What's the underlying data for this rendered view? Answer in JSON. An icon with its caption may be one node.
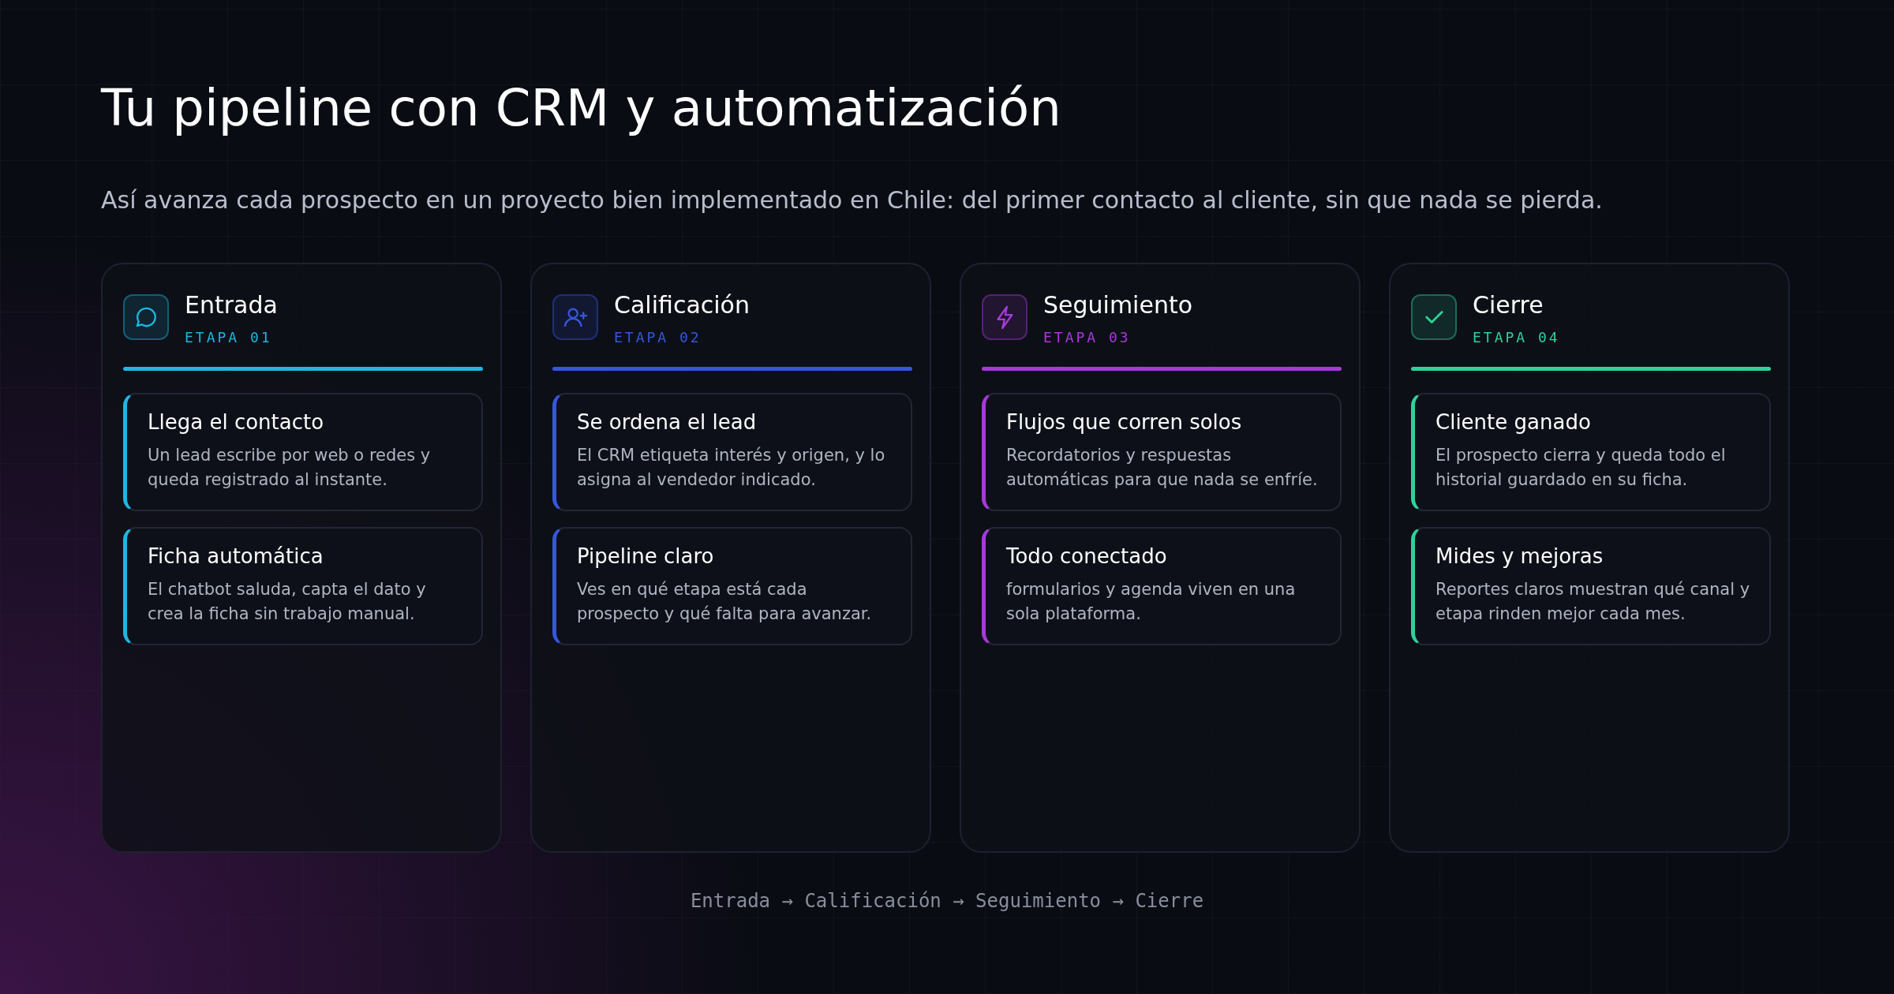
{
  "diagram": {
    "title": "Tu pipeline con CRM y automatización",
    "caption": "Así avanza cada prospecto en un proyecto bien implementado en Chile: del primer contacto al cliente, sin que nada se pierda.",
    "nodes": [
      {
        "text": [
          "Entrada",
          "ETAPA 01"
        ]
      },
      {
        "text": [
          "Llega el contacto",
          "Un lead escribe por web o redes y queda registrado al instante."
        ],
        "in": 0
      },
      {
        "text": [
          "Ficha automática",
          "El chatbot saluda, capta el dato y crea la ficha sin trabajo manual."
        ],
        "in": 0
      },
      {
        "text": [
          "Calificación",
          "ETAPA 02"
        ]
      },
      {
        "text": [
          "Se ordena el lead",
          "El CRM etiqueta interés y origen, y lo asigna al vendedor indicado."
        ],
        "in": 3
      },
      {
        "text": [
          "Pipeline claro",
          "Ves en qué etapa está cada prospecto y qué falta para avanzar."
        ],
        "in": 3
      },
      {
        "text": [
          "Seguimiento",
          "ETAPA 03"
        ]
      },
      {
        "text": [
          "Flujos que corren solos",
          "Recordatorios y respuestas automáticas para que nada se enfríe."
        ],
        "in": 6
      },
      {
        "text": [
          "Todo conectado",
          "formularios y agenda viven en una sola plataforma."
        ],
        "in": 6
      },
      {
        "text": [
          "Cierre",
          "ETAPA 04"
        ]
      },
      {
        "text": [
          "Cliente ganado",
          "El prospecto cierra y queda todo el historial guardado en su ficha."
        ],
        "in": 9
      },
      {
        "text": [
          "Mides y mejoras",
          "Reportes claros muestran qué canal y etapa rinden mejor cada mes."
        ],
        "in": 9
      }
    ],
    "labels": [
      "Entrada → Calificación → Seguimiento → Cierre"
    ]
  }
}
